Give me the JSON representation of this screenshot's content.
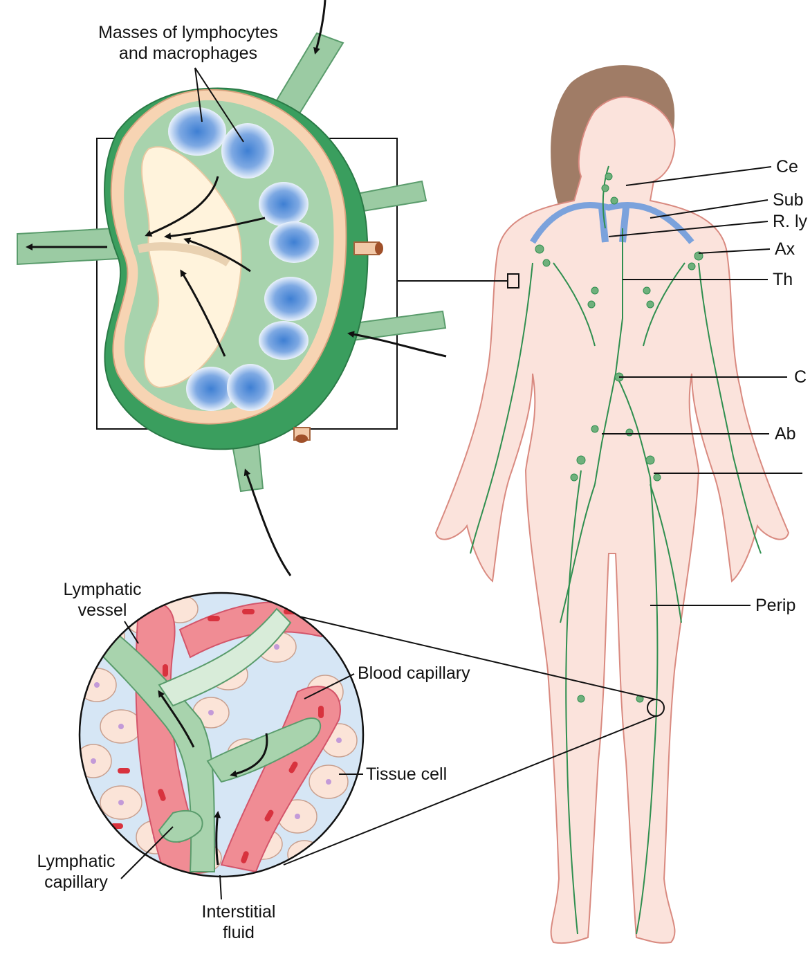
{
  "node_labels": {
    "masses": [
      "Masses of lymphocytes",
      "and macrophages"
    ]
  },
  "body_labels": [
    "Ce",
    "Sub",
    "R. ly",
    "Ax",
    "Th",
    "C",
    "Ab",
    "",
    "Perip"
  ],
  "capillary_labels": {
    "lymphatic_vessel": [
      "Lymphatic",
      "vessel"
    ],
    "blood_capillary": "Blood capillary",
    "tissue_cell": "Tissue cell",
    "lymphatic_capillary": [
      "Lymphatic",
      "capillary"
    ],
    "interstitial_fluid": [
      "Interstitial",
      "fluid"
    ]
  },
  "colors": {
    "lymph_green": "#8fc49a",
    "lymph_dark_green": "#2f9a57",
    "node_peach": "#f7d4b3",
    "node_cream": "#fff5e0",
    "lymphocyte_blue": "#5a8fd6",
    "skin": "#fbe3dc",
    "skin_outline": "#d98a80",
    "hair": "#a07c66",
    "vein_blue": "#7ba2dc",
    "blood_red": "#e85a6a",
    "tissue_pink": "#fbe4d8",
    "nucleus_purple": "#c39ad8",
    "line": "#111111"
  }
}
